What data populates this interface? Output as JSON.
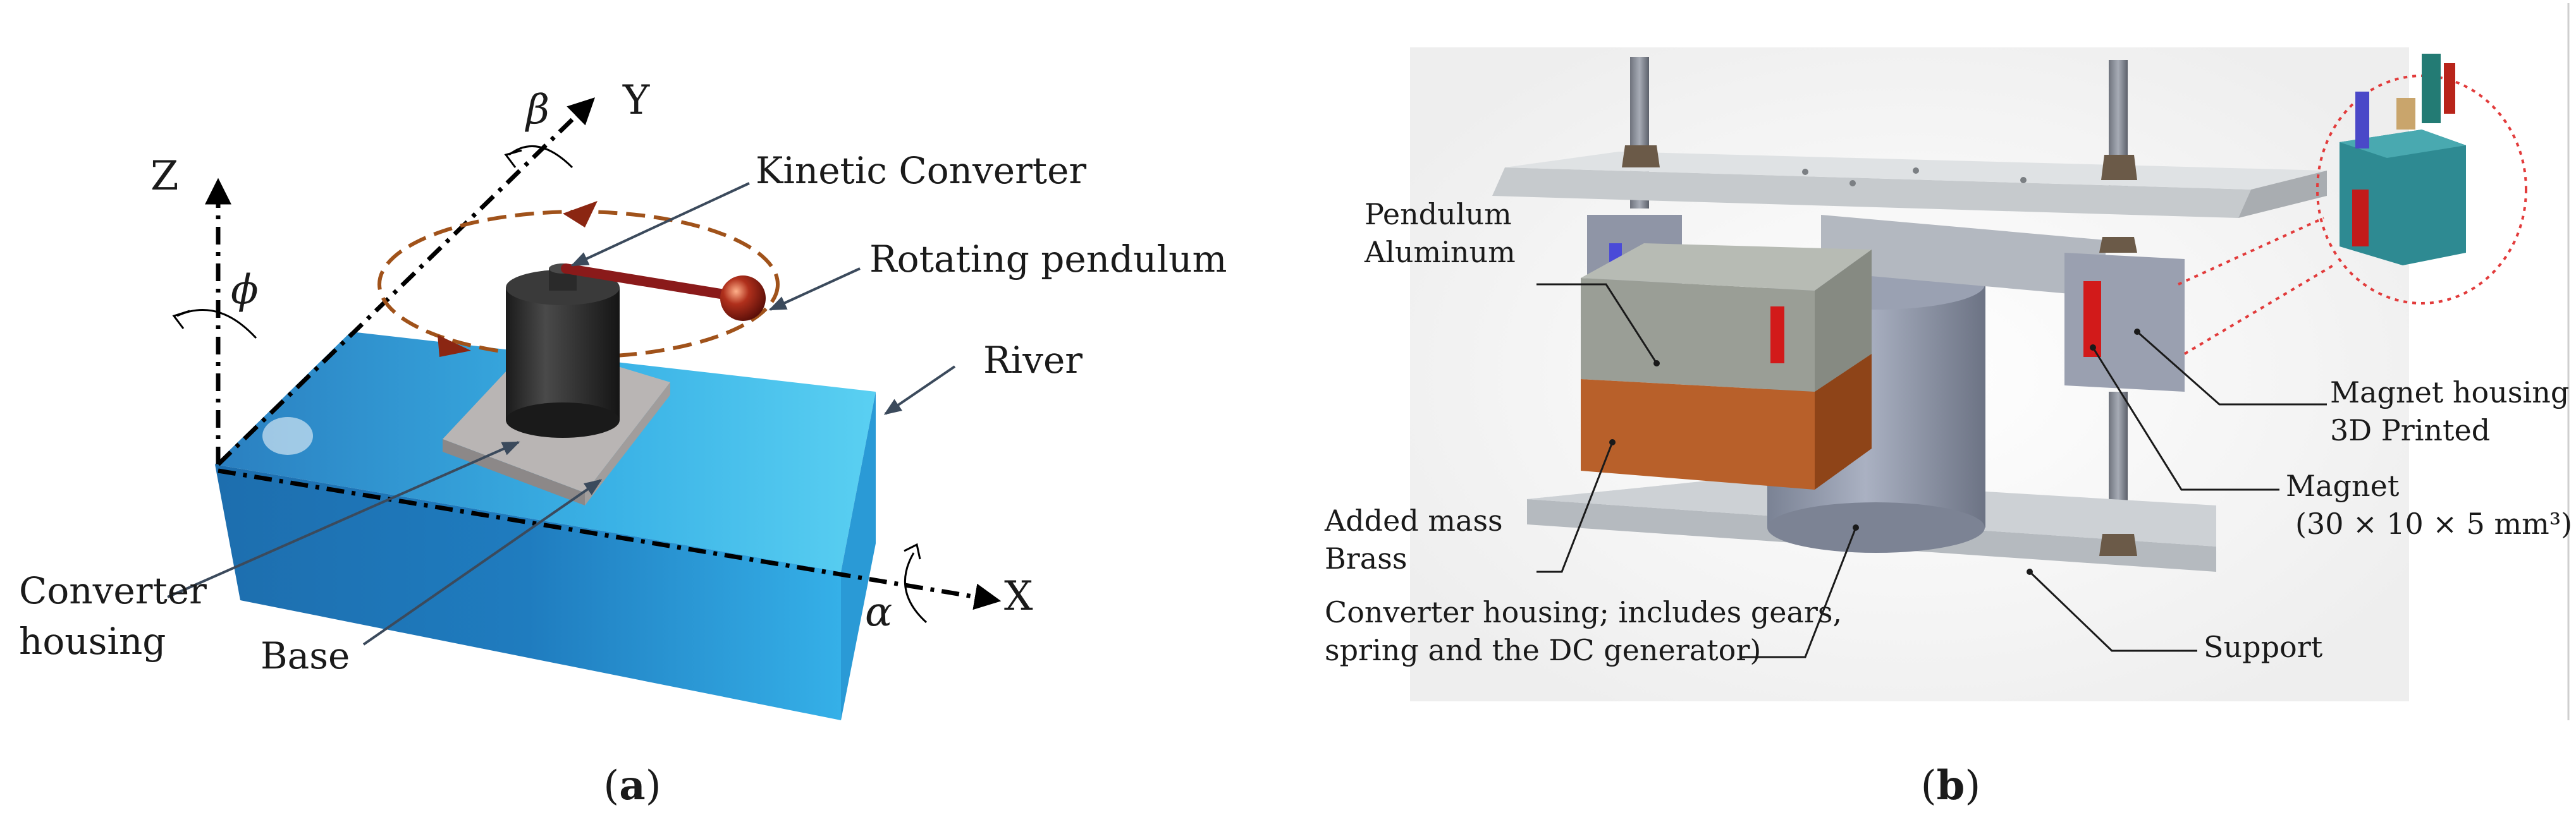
{
  "panel_a": {
    "caption_open": "(",
    "caption_letter": "a",
    "caption_close": ")",
    "axes": {
      "x": "X",
      "y": "Y",
      "z": "Z",
      "alpha": "α",
      "beta": "β",
      "phi": "ϕ"
    },
    "labels": {
      "kinetic_converter": "Kinetic Converter",
      "rotating_pendulum": "Rotating pendulum",
      "river": "River",
      "converter_housing_line1": "Converter",
      "converter_housing_line2": "housing",
      "base": "Base"
    }
  },
  "panel_b": {
    "caption_open": "(",
    "caption_letter": "b",
    "caption_close": ")",
    "labels": {
      "pendulum_line1": "Pendulum",
      "pendulum_line2": "Aluminum",
      "added_mass_line1": "Added mass",
      "added_mass_line2": "Brass",
      "converter_housing_line1": "Converter housing; includes gears,",
      "converter_housing_line2": "spring and the DC generator)",
      "magnet_housing_line1": "Magnet housing",
      "magnet_housing_line2": "3D Printed",
      "magnet_line1": "Magnet",
      "magnet_line2": "(30 × 10 × 5 mm³)",
      "support": "Support"
    }
  },
  "colors": {
    "water_light": "#5fd0f2",
    "water_dark": "#1a6fae",
    "cylinder": "#2b2b2b",
    "pendulum_rod": "#8a1a1a",
    "orbit": "#a0521a",
    "plate": "#c8ccd0",
    "brass": "#b8602a",
    "magnet_red": "#d21a1a",
    "zoom_circle": "#e23b3b",
    "leader": "#3b4a5c"
  }
}
